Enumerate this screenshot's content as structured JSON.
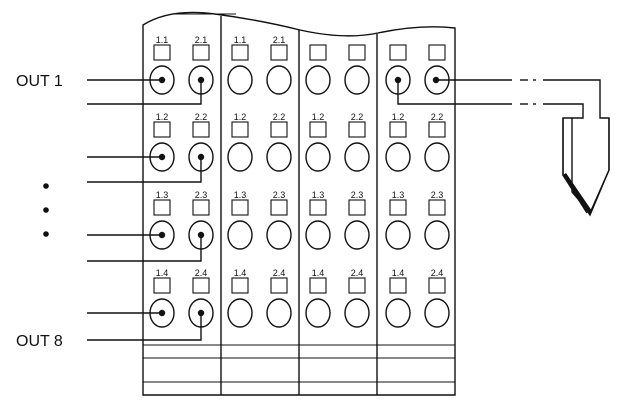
{
  "labels": {
    "out_first": "OUT 1",
    "out_last": "OUT 8"
  },
  "modules": [
    {
      "id": "module-1",
      "rows": [
        [
          "1.1",
          "2.1"
        ],
        [
          "1.2",
          "2.2"
        ],
        [
          "1.3",
          "2.3"
        ],
        [
          "1.4",
          "2.4"
        ]
      ]
    },
    {
      "id": "module-2",
      "rows": [
        [
          "1.1",
          "2.1"
        ],
        [
          "1.2",
          "2.2"
        ],
        [
          "1.3",
          "2.3"
        ],
        [
          "1.4",
          "2.4"
        ]
      ]
    },
    {
      "id": "module-3",
      "rows": [
        [
          "",
          ""
        ],
        [
          "1.2",
          "2.2"
        ],
        [
          "1.3",
          "2.3"
        ],
        [
          "1.4",
          "2.4"
        ]
      ]
    },
    {
      "id": "module-4",
      "rows": [
        [
          "",
          ""
        ],
        [
          "1.2",
          "2.2"
        ],
        [
          "1.3",
          "2.3"
        ],
        [
          "1.4",
          "2.4"
        ]
      ]
    }
  ],
  "icons": {
    "probe": "sensor-probe-icon",
    "continuation": "ellipsis-dots-icon"
  }
}
